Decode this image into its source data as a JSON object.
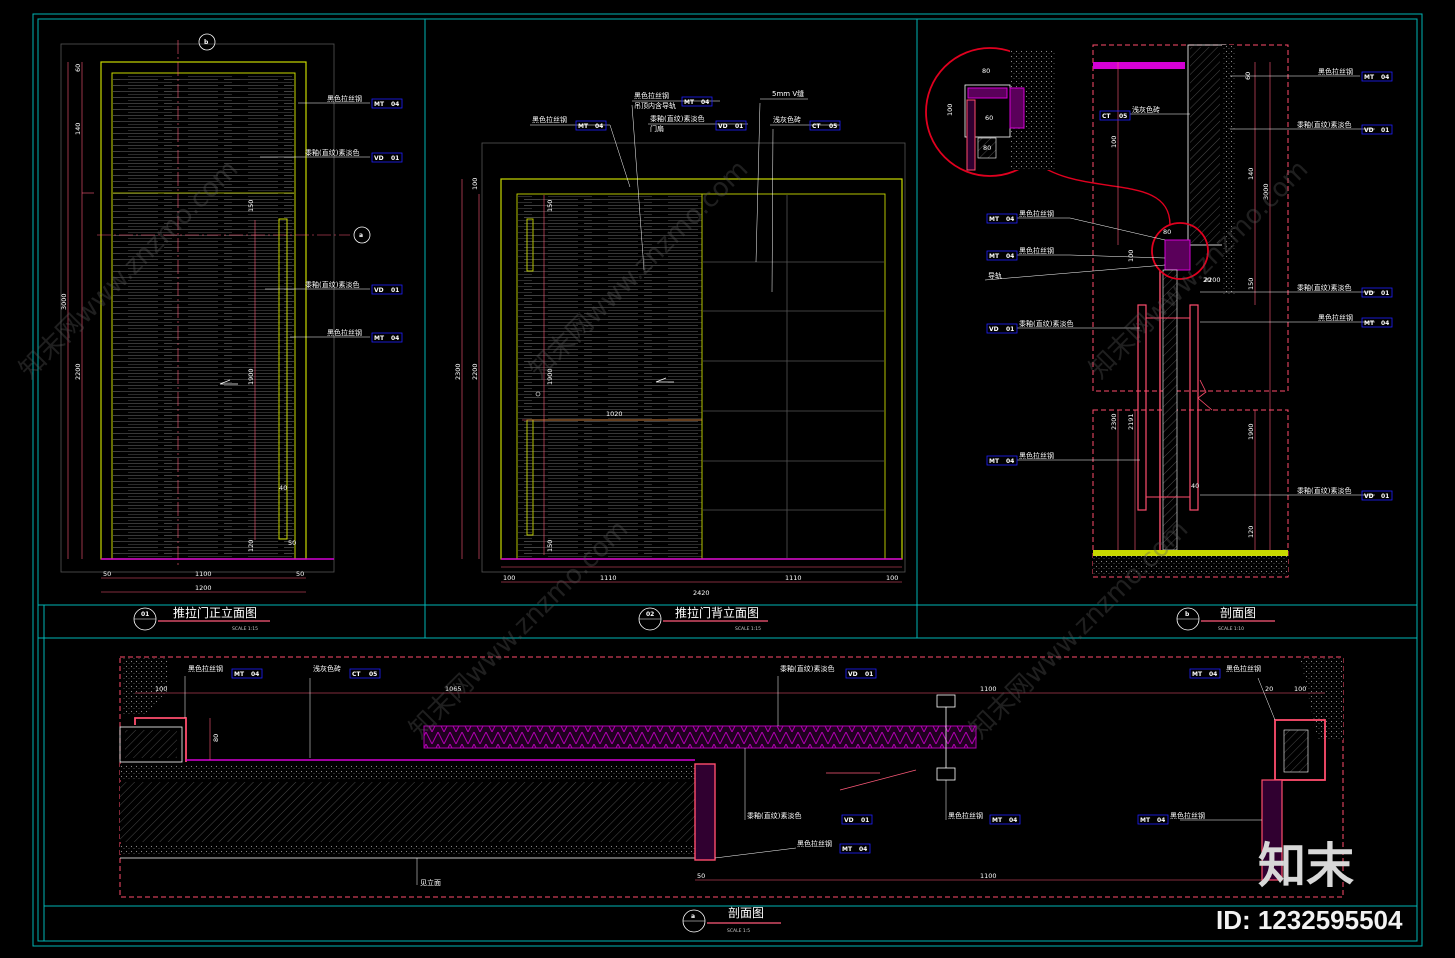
{
  "views": {
    "front_elevation": {
      "title": "推拉门正立面图",
      "scale": "SCALE 1:15",
      "marker": "01"
    },
    "back_elevation": {
      "title": "推拉门背立面图",
      "scale": "SCALE 1:15",
      "marker": "02"
    },
    "section_b": {
      "title": "剖面图",
      "scale": "SCALE 1:10",
      "marker": "b"
    },
    "section_a": {
      "title": "剖面图",
      "scale": "SCALE 1:5",
      "marker": "a"
    }
  },
  "materials": {
    "black_steel": "黑色拉丝钢",
    "veneer": "黍釉(直纹)素淡色",
    "light_gray_tile": "浅灰色砖",
    "door_head": "门扇",
    "track": "导轨",
    "hidden_track": "吊顶内含导轨",
    "gap": "5mm V缝",
    "floor": "见立面"
  },
  "codes": {
    "mt": "MT",
    "mt_no": "04",
    "vd": "VD",
    "vd_no": "01",
    "ct": "CT",
    "ct_no": "05"
  },
  "dims": {
    "front": {
      "d3000": "3000",
      "d2200": "2200",
      "d140": "140",
      "d1900": "1900",
      "d150": "150",
      "d40": "40",
      "d50": "50",
      "d120": "120",
      "d1100": "1100",
      "d1200": "1200",
      "d60": "60"
    },
    "back": {
      "d100": "100",
      "d2300": "2300",
      "d2200": "2200",
      "d150": "150",
      "d1900": "1900",
      "d1020": "1020",
      "d1110a": "1110",
      "d1110b": "1110",
      "d100b": "100",
      "d2420": "2420"
    },
    "section_b": {
      "d100": "100",
      "d3000": "3000",
      "d140": "140",
      "d2200": "2200",
      "d150": "150",
      "d2300": "2300",
      "d2191": "2191",
      "d1900": "1900",
      "d40": "40",
      "d120": "120",
      "d80a": "80",
      "d60": "60",
      "d80b": "80",
      "d100b": "100",
      "d80c": "80",
      "d20": "20"
    },
    "section_a": {
      "d100": "100",
      "d1065": "1065",
      "d1100": "1100",
      "d20": "20",
      "d100b": "100",
      "d50": "50",
      "d1100b": "1100",
      "d80": "80"
    }
  },
  "watermarks": [
    "知末网www.znzmo.com",
    "知末网www.znzmo.com",
    "知末网www.znzmo.com",
    "知末网www.znzmo.com",
    "知末网www.znzmo.com"
  ],
  "brand": {
    "logo": "知末",
    "id": "ID: 1232595504"
  },
  "colors": {
    "frame": "#00b4b4",
    "door": "#c8d800",
    "dim": "#ff5a7a",
    "wall": "#ff4d6d",
    "floor": "#d400d4",
    "text": "#ffffff",
    "box": "#2020ff",
    "leader": "#ffffff"
  }
}
